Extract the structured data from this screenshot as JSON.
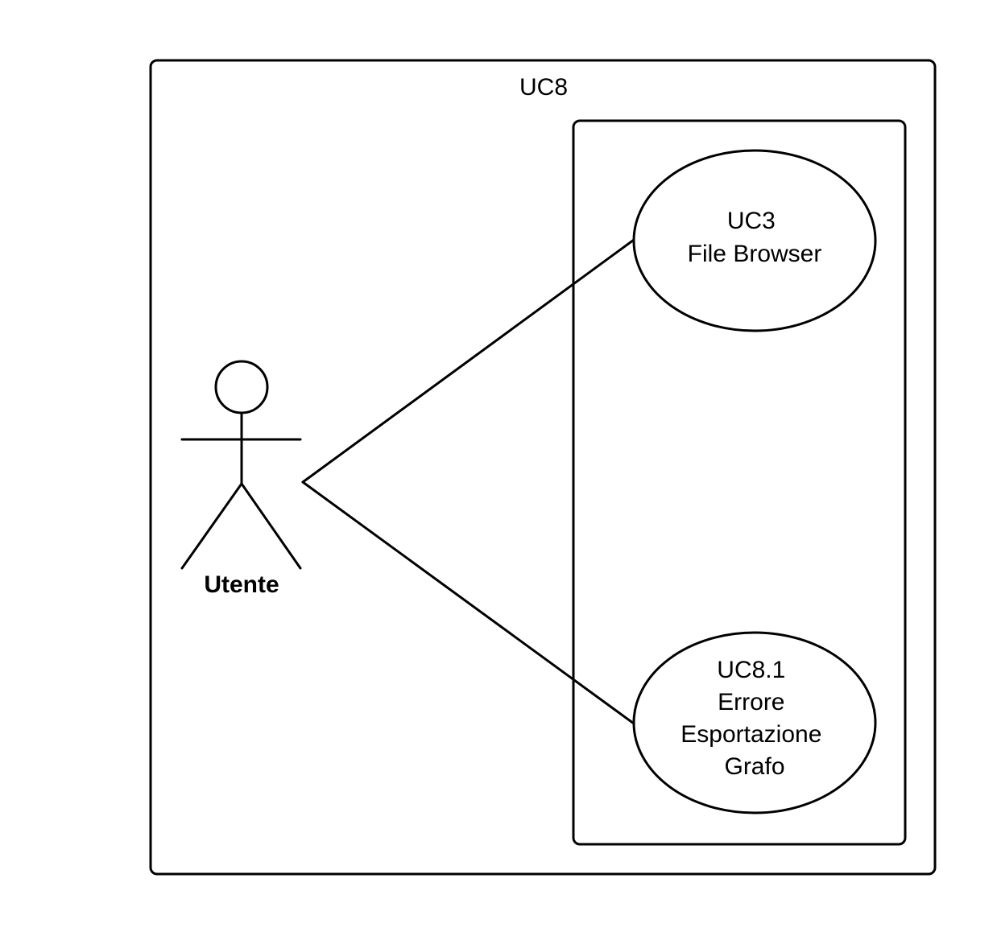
{
  "system": {
    "title": "UC8"
  },
  "actor": {
    "name": "Utente"
  },
  "use_cases": [
    {
      "lines": [
        "UC3",
        "File Browser"
      ]
    },
    {
      "lines": [
        "UC8.1",
        "Errore",
        "Esportazione",
        "Grafo"
      ]
    }
  ],
  "colors": {
    "stroke": "#000000",
    "background": "#ffffff"
  }
}
